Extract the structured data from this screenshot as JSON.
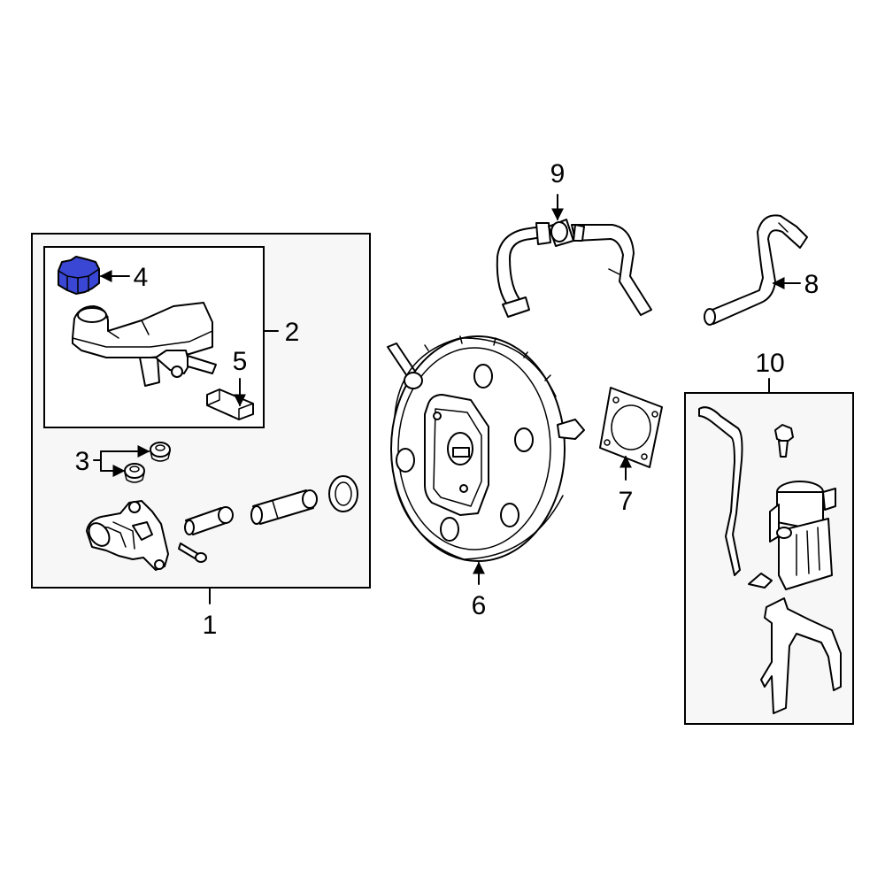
{
  "diagram": {
    "highlight_color": "#3a47d5",
    "callouts": {
      "c1": "1",
      "c2": "2",
      "c3": "3",
      "c4": "4",
      "c5": "5",
      "c6": "6",
      "c7": "7",
      "c8": "8",
      "c9": "9",
      "c10": "10"
    }
  }
}
